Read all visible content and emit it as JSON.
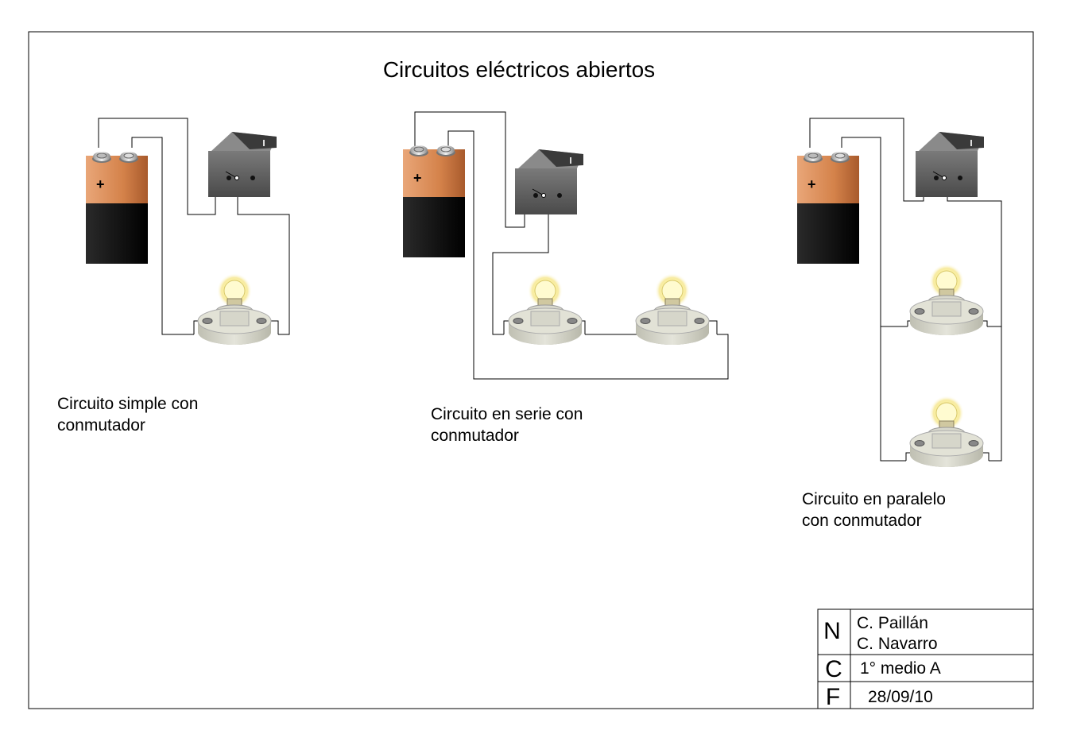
{
  "title": "Circuitos eléctricos abiertos",
  "captions": {
    "simple": [
      "Circuito simple con",
      "conmutador"
    ],
    "series": [
      "Circuito en serie con",
      "conmutador"
    ],
    "parallel": [
      "Circuito en paralelo",
      "con conmutador"
    ]
  },
  "battery": {
    "plus_sign": "+"
  },
  "title_block": {
    "rows": [
      {
        "key": "N",
        "lines": [
          "C. Paillán",
          "C. Navarro"
        ]
      },
      {
        "key": "C",
        "lines": [
          "1° medio A"
        ]
      },
      {
        "key": "F",
        "lines": [
          "28/09/10"
        ]
      }
    ]
  },
  "colors": {
    "battery_copper": "#d88a55",
    "battery_black": "#111111",
    "switch_body": "#5a5a5a",
    "lamp_base": "#d8d8cc",
    "bulb_glow": "#fff7a0",
    "wire": "#000000"
  },
  "icons": [
    "battery-icon",
    "rocker-switch-icon",
    "light-bulb-icon"
  ]
}
